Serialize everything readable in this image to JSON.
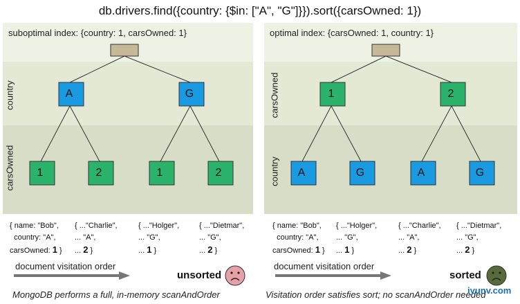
{
  "title": "db.drivers.find({country: {$in: [\"A\", \"G\"]}}).sort({carsOwned: 1})",
  "left": {
    "index_label": "suboptimal index: {country: 1, carsOwned: 1}",
    "axis_top": "country",
    "axis_bottom": "carsOwned",
    "level1": [
      "A",
      "G"
    ],
    "level2": [
      "1",
      "2",
      "1",
      "2"
    ],
    "docs": [
      {
        "l1": "{ name: \"Bob\",",
        "l2": "  country: \"A\",",
        "l3a": "carsOwned: ",
        "l3b": "1",
        "l3c": " }"
      },
      {
        "l1": "{ ...\"Charlie\",",
        "l2": "... \"A\",",
        "l3a": "... ",
        "l3b": "2",
        "l3c": " }"
      },
      {
        "l1": "{ ...\"Holger\",",
        "l2": "... \"G\",",
        "l3a": "... ",
        "l3b": "1",
        "l3c": " }"
      },
      {
        "l1": "{ ...\"Dietmar\",",
        "l2": "... \"G\",",
        "l3a": "... ",
        "l3b": "2",
        "l3c": " }"
      }
    ],
    "visit_label": "document visitation order",
    "status": "unsorted",
    "caption": "MongoDB performs a full, in-memory scanAndOrder"
  },
  "right": {
    "index_label": "optimal index: {carsOwned: 1, country: 1}",
    "axis_top": "carsOwned",
    "axis_bottom": "country",
    "level1": [
      "1",
      "2"
    ],
    "level2": [
      "A",
      "G",
      "A",
      "G"
    ],
    "docs": [
      {
        "l1": "{ name: \"Bob\",",
        "l2": "  country: \"A\",",
        "l3a": "carsOwned: ",
        "l3b": "1",
        "l3c": " }"
      },
      {
        "l1": "{ ...\"Holger\",",
        "l2": "... \"G\",",
        "l3a": "... ",
        "l3b": "1",
        "l3c": " }"
      },
      {
        "l1": "{ ...\"Charlie\",",
        "l2": "... \"A\",",
        "l3a": "... ",
        "l3b": "2",
        "l3c": " }"
      },
      {
        "l1": "{ ...\"Dietmar\",",
        "l2": "... \"G\",",
        "l3a": "... ",
        "l3b": "2",
        "l3c": " }"
      }
    ],
    "visit_label": "document visitation order",
    "status": "sorted",
    "caption": "Visitation order satisfies sort; no scanAndOrder needed"
  },
  "watermark": "iyunv.com",
  "colors": {
    "band_top": "#eef2e4",
    "band_mid": "#e4e9d6",
    "band_bot": "#d8ddc8",
    "root": "#c8b89a",
    "blue": "#1a9ae0",
    "green": "#2bb36b",
    "sad_face": "#e8a0a8",
    "sad_face_dark": "#5a6b3a",
    "arrow": "#777777"
  }
}
